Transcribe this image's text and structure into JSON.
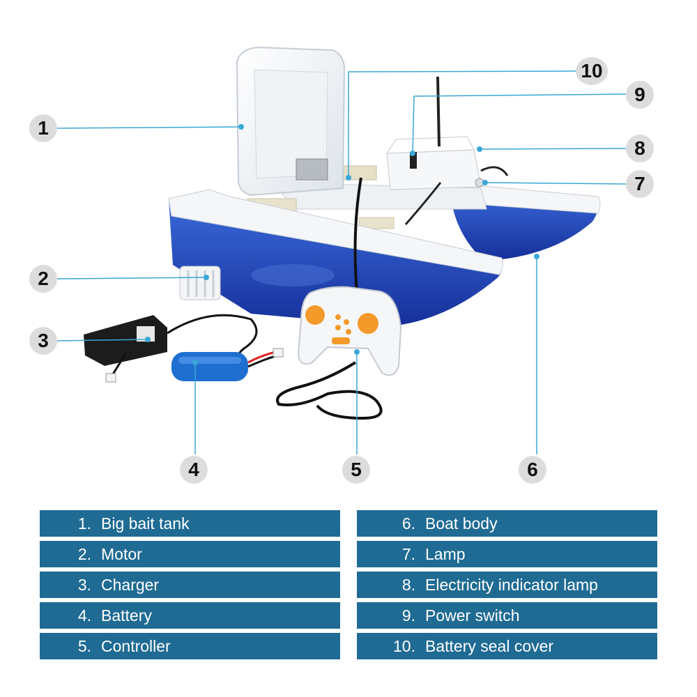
{
  "callouts": [
    "1",
    "2",
    "3",
    "4",
    "5",
    "6",
    "7",
    "8",
    "9",
    "10"
  ],
  "legend": [
    {
      "num": "1.",
      "label": "Big bait tank"
    },
    {
      "num": "2.",
      "label": "Motor"
    },
    {
      "num": "3.",
      "label": "Charger"
    },
    {
      "num": "4.",
      "label": "Battery"
    },
    {
      "num": "5.",
      "label": "Controller"
    },
    {
      "num": "6.",
      "label": "Boat body"
    },
    {
      "num": "7.",
      "label": "Lamp"
    },
    {
      "num": "8.",
      "label": "Electricity indicator lamp"
    },
    {
      "num": "9.",
      "label": "Power switch"
    },
    {
      "num": "10.",
      "label": "Battery seal cover"
    }
  ],
  "colors": {
    "hull_blue": "#1c3fae",
    "deck_white": "#f4f6f8",
    "leader_line": "#3aa7d6",
    "legend_bg": "#1f6b93",
    "callout_bg": "#dcdcdc",
    "button_orange": "#f39a2b"
  }
}
